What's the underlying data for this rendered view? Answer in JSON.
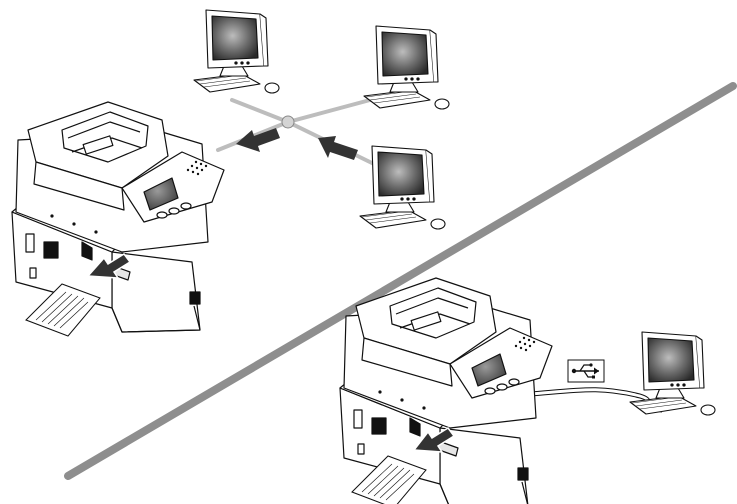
{
  "diagram": {
    "scenarios": [
      {
        "id": "network",
        "connection": "network",
        "computers": 3,
        "printer": "mfp",
        "output": "printed-page"
      },
      {
        "id": "usb",
        "connection": "usb-cable",
        "computers": 1,
        "printer": "mfp",
        "output": "printed-page"
      }
    ],
    "icons": [
      "computer-icon",
      "printer-icon",
      "usb-symbol-icon",
      "arrow-icon",
      "paper-icon",
      "network-hub-icon"
    ],
    "colors": {
      "outline": "#111111",
      "divider": "#8e8e8e",
      "network_line": "#bdbdbd",
      "arrow": "#333333",
      "screen_dark": "#2a2a2a",
      "screen_light": "#bdbdbd"
    }
  }
}
